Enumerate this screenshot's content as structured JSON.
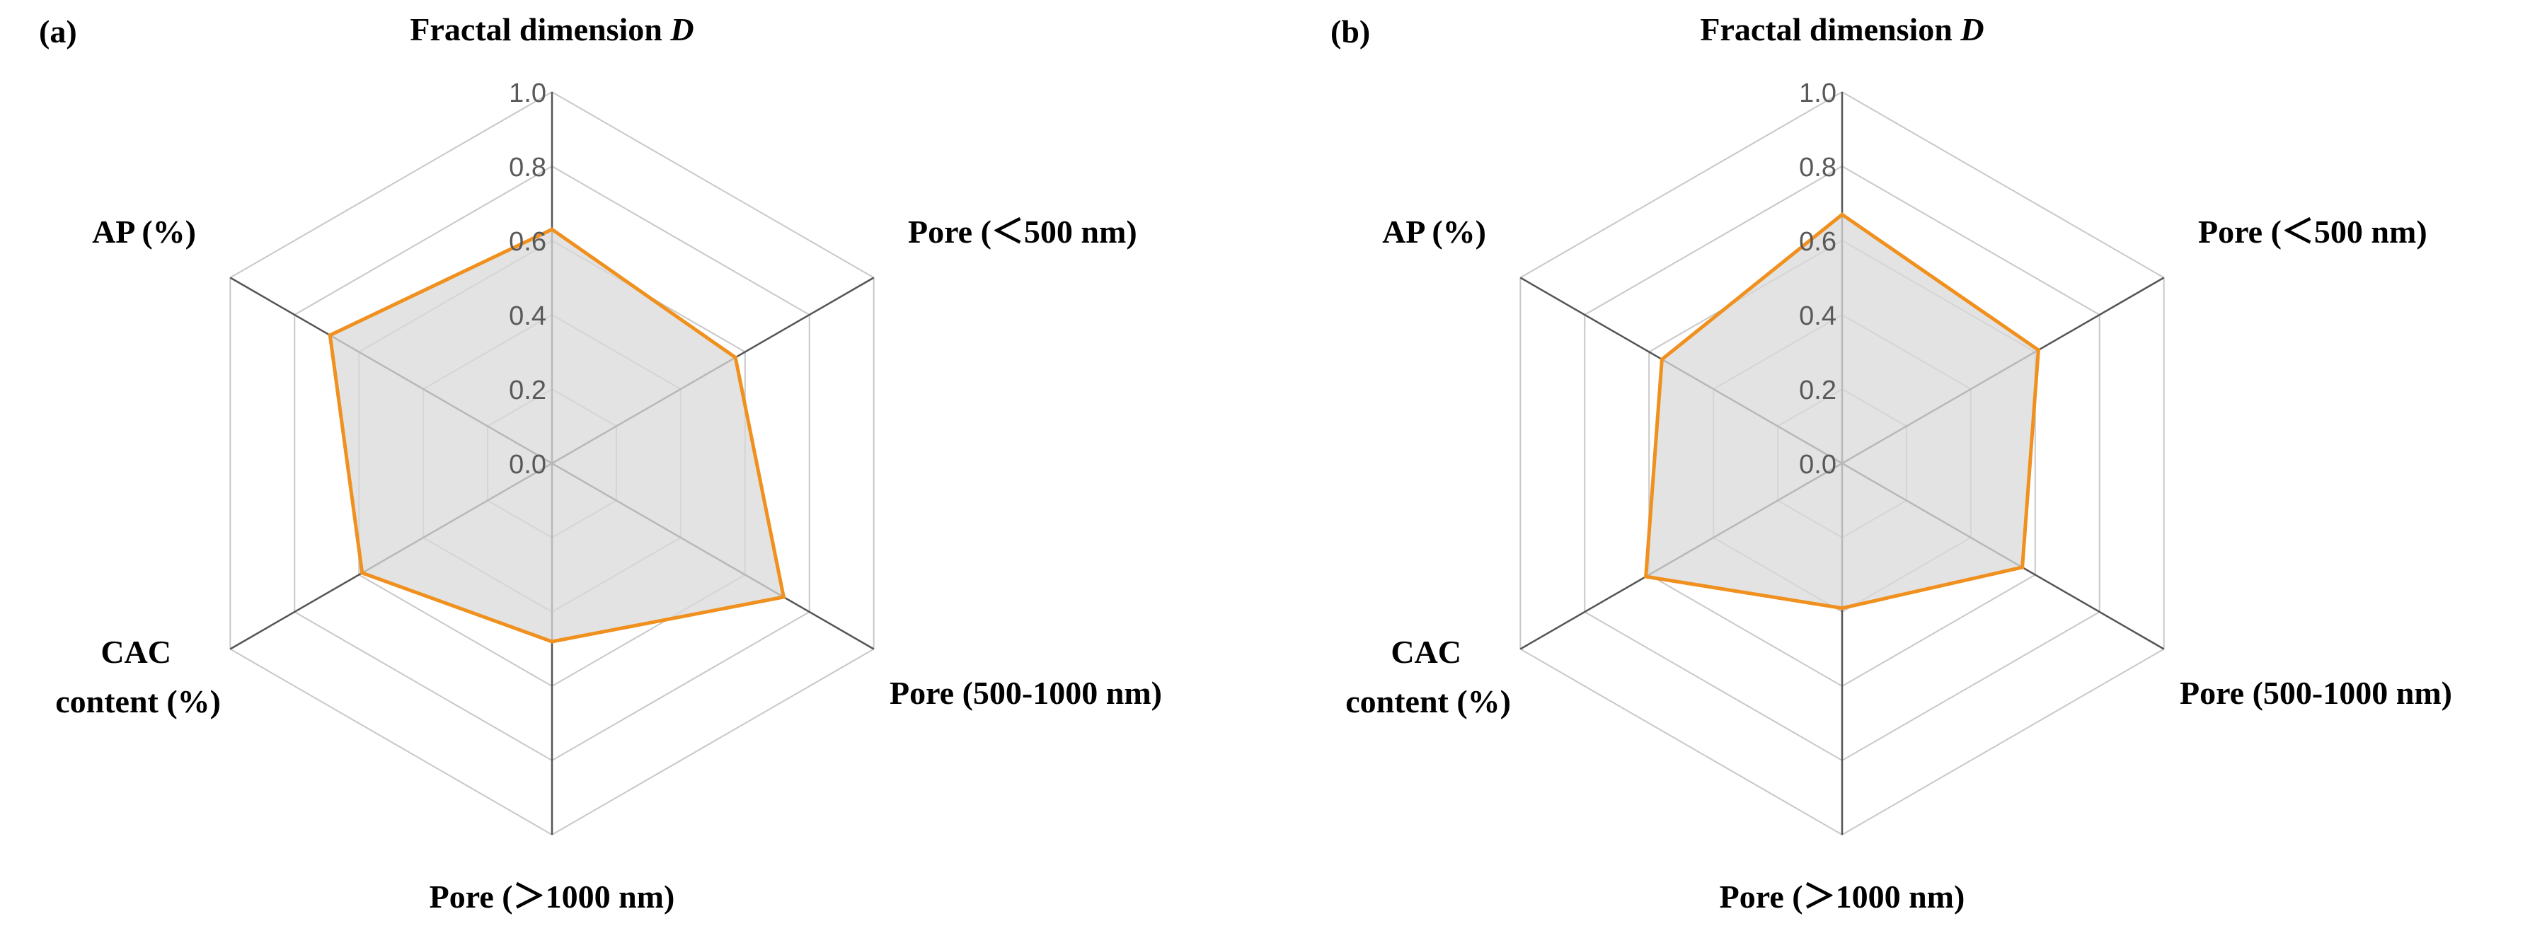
{
  "chart_data": [
    {
      "type": "radar",
      "panel_label": "(a)",
      "axes": [
        {
          "name": "Fractal dimension ",
          "italic": "D"
        },
        {
          "name": "Pore (＜500 nm)"
        },
        {
          "name": "Pore (500-1000 nm)"
        },
        {
          "name": "Pore (＞1000 nm)"
        },
        {
          "name": "CAC",
          "line2": "content (%)"
        },
        {
          "name": "AP (%)"
        }
      ],
      "values": [
        0.63,
        0.57,
        0.72,
        0.48,
        0.59,
        0.69
      ],
      "ticks": [
        "0.0",
        "0.2",
        "0.4",
        "0.6",
        "0.8",
        "1.0"
      ],
      "range": [
        0,
        1
      ],
      "series_color": "#f0901e",
      "fill_color": "#d9d9d9"
    },
    {
      "type": "radar",
      "panel_label": "(b)",
      "axes": [
        {
          "name": "Fractal dimension ",
          "italic": "D"
        },
        {
          "name": "Pore (＜500 nm)"
        },
        {
          "name": "Pore (500-1000 nm)"
        },
        {
          "name": "Pore (＞1000 nm)"
        },
        {
          "name": "CAC",
          "line2": "content (%)"
        },
        {
          "name": "AP (%)"
        }
      ],
      "values": [
        0.67,
        0.61,
        0.56,
        0.39,
        0.61,
        0.56
      ],
      "ticks": [
        "0.0",
        "0.2",
        "0.4",
        "0.6",
        "0.8",
        "1.0"
      ],
      "range": [
        0,
        1
      ],
      "series_color": "#f0901e",
      "fill_color": "#d9d9d9"
    }
  ]
}
